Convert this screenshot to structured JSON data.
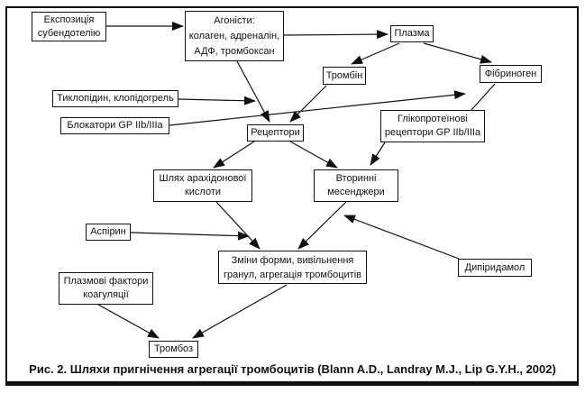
{
  "figure": {
    "caption": "Рис. 2. Шляхи пригнічення агрегації тромбоцитів (Blann A.D., Landray M.J., Lip G.Y.H., 2002)"
  },
  "nodes": {
    "exposure": {
      "label": "Експозиція\nсубендотелію"
    },
    "agonists": {
      "label": "Агоністи:\nколаген, адреналін,\nАДФ, тромбоксан"
    },
    "plasma": {
      "label": "Плазма"
    },
    "thrombin": {
      "label": "Тромбін"
    },
    "fibrinogen": {
      "label": "Фібриноген"
    },
    "ticlopidine": {
      "label": "Тиклопідин, клопідогрель"
    },
    "gp_blockers": {
      "label": "Блокатори GP IIb/IIIa"
    },
    "receptors": {
      "label": "Рецептори"
    },
    "gp_receptors": {
      "label": "Глікопротеїнові\nрецептори GP IIb/IIIa"
    },
    "arachidonic": {
      "label": "Шлях арахідонової\nкислоти"
    },
    "messengers": {
      "label": "Вторинні\nмесенджери"
    },
    "aspirin": {
      "label": "Аспірин"
    },
    "changes": {
      "label": "Зміни форми, вивільнення\nгранул, агрегація тромбоцитів"
    },
    "dipyridamole": {
      "label": "Дипіридамол"
    },
    "plasma_factors": {
      "label": "Плазмові фактори\nкоагуляції"
    },
    "thrombosis": {
      "label": "Тромбоз"
    }
  },
  "edges": [
    {
      "from": "exposure",
      "to": "agonists",
      "style": "arrow"
    },
    {
      "from": "agonists",
      "to": "plasma",
      "style": "arrow"
    },
    {
      "from": "plasma",
      "to": "thrombin",
      "style": "arrow"
    },
    {
      "from": "plasma",
      "to": "fibrinogen",
      "style": "arrow"
    },
    {
      "from": "agonists",
      "to": "receptors",
      "style": "arrow"
    },
    {
      "from": "thrombin",
      "to": "receptors",
      "style": "arrow"
    },
    {
      "from": "ticlopidine",
      "to": "agonists-receptors-path",
      "style": "arrow"
    },
    {
      "from": "gp_blockers",
      "to": "fibrinogen-gp_receptors-path",
      "style": "arrow"
    },
    {
      "from": "gp_receptors",
      "to": "fibrinogen",
      "style": "line"
    },
    {
      "from": "gp_receptors",
      "to": "messengers",
      "style": "arrow"
    },
    {
      "from": "receptors",
      "to": "arachidonic",
      "style": "arrow"
    },
    {
      "from": "receptors",
      "to": "messengers",
      "style": "arrow"
    },
    {
      "from": "arachidonic",
      "to": "changes",
      "style": "arrow"
    },
    {
      "from": "messengers",
      "to": "changes",
      "style": "arrow"
    },
    {
      "from": "aspirin",
      "to": "arachidonic-changes-path",
      "style": "arrow"
    },
    {
      "from": "dipyridamole",
      "to": "messengers",
      "style": "arrow"
    },
    {
      "from": "changes",
      "to": "thrombosis",
      "style": "arrow"
    },
    {
      "from": "plasma_factors",
      "to": "thrombosis",
      "style": "arrow"
    }
  ],
  "colors": {
    "line": "#111111",
    "box_border": "#111111",
    "background": "#ffffff",
    "text": "#111111"
  }
}
